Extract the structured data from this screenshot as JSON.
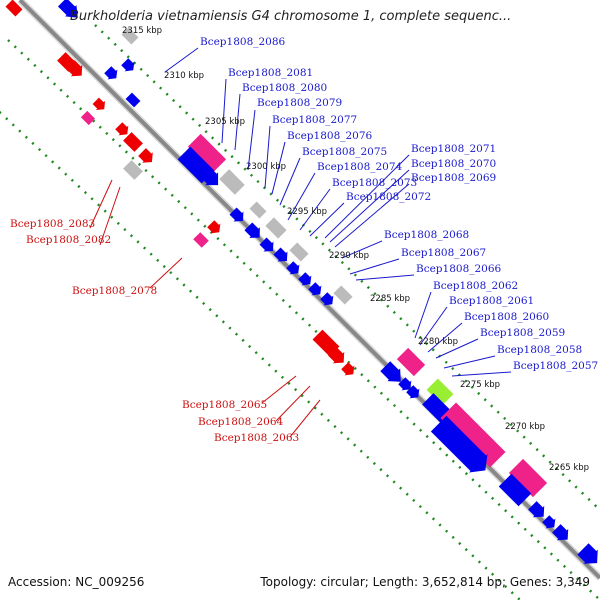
{
  "title": "Burkholderia vietnamiensis G4 chromosome 1, complete sequenc...",
  "footer": {
    "accession": "Accession: NC_009256",
    "topology": "Topology: circular; Length: 3,652,814 bp; Genes: 3,349"
  },
  "colors": {
    "forward_gene": "#0000ee",
    "reverse_gene": "#ee0000",
    "pseudo_gene": "#bbbbbb",
    "rna_gene": "#ee2288",
    "other_feature": "#99ee33",
    "backbone": "#888888",
    "guide_dots": "#228822",
    "forward_label": "#1a1acc",
    "reverse_label": "#cc1111"
  },
  "ticks": [
    "2315 kbp",
    "2310 kbp",
    "2305 kbp",
    "2300 kbp",
    "2295 kbp",
    "2290 kbp",
    "2285 kbp",
    "2280 kbp",
    "2275 kbp",
    "2270 kbp",
    "2265 kbp"
  ],
  "forward_labels": [
    "Bcep1808_2086",
    "Bcep1808_2081",
    "Bcep1808_2080",
    "Bcep1808_2079",
    "Bcep1808_2077",
    "Bcep1808_2076",
    "Bcep1808_2075",
    "Bcep1808_2074",
    "Bcep1808_2073",
    "Bcep1808_2072",
    "Bcep1808_2071",
    "Bcep1808_2070",
    "Bcep1808_2069",
    "Bcep1808_2068",
    "Bcep1808_2067",
    "Bcep1808_2066",
    "Bcep1808_2062",
    "Bcep1808_2061",
    "Bcep1808_2060",
    "Bcep1808_2059",
    "Bcep1808_2058",
    "Bcep1808_2057"
  ],
  "reverse_labels": [
    "Bcep1808_2083",
    "Bcep1808_2082",
    "Bcep1808_2078",
    "Bcep1808_2065",
    "Bcep1808_2064",
    "Bcep1808_2063"
  ]
}
